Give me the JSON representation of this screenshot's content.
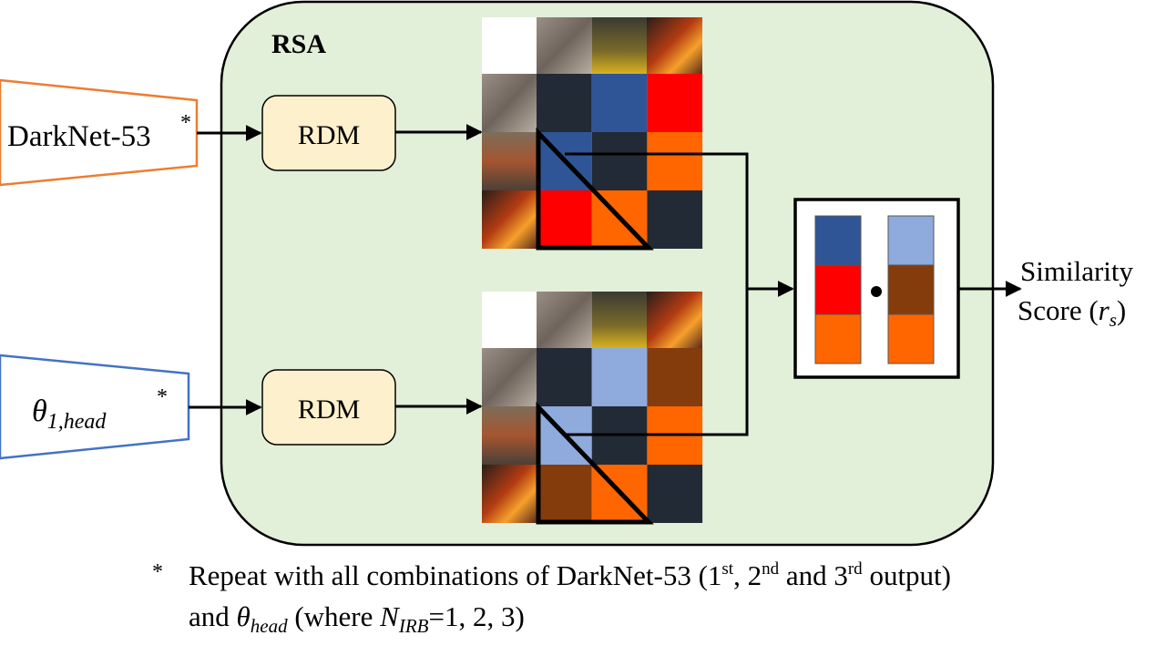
{
  "rsa": {
    "title": "RSA",
    "bg_color": "#e2efd9"
  },
  "inputs": {
    "darknet": {
      "label": "DarkNet-53",
      "marker": "*",
      "border_color": "#ed7d31"
    },
    "theta": {
      "symbol": "θ",
      "subscript": "1,head",
      "marker": "*",
      "border_color": "#4472c4"
    }
  },
  "rdm": {
    "label": "RDM",
    "bg_color": "#fdf0cd"
  },
  "output": {
    "line1": "Similarity",
    "line2": "Score (",
    "r": "r",
    "sub": "s",
    "close": ")"
  },
  "footnote": {
    "star": "*",
    "l1_a": "Repeat with all combinations of DarkNet-53 (1",
    "st": "st",
    "l1_b": ", 2",
    "nd": "nd",
    "l1_c": " and 3",
    "rd": "rd",
    "l1_d": " output)",
    "l2_a": "and ",
    "theta": "θ",
    "head": "head",
    "l2_b": " (where ",
    "N": "N",
    "irb": "IRB",
    "l2_c": "=1, 2, 3)"
  },
  "matrices": {
    "top": [
      [
        "#222a35",
        "#2f5597",
        "#ff0000"
      ],
      [
        "#2f5597",
        "#222a35",
        "#ff6600"
      ],
      [
        "#ff0000",
        "#ff6600",
        "#222a35"
      ]
    ],
    "bottom": [
      [
        "#222a35",
        "#8faadc",
        "#843c0c"
      ],
      [
        "#8faadc",
        "#222a35",
        "#ff6600"
      ],
      [
        "#843c0c",
        "#ff6600",
        "#222a35"
      ]
    ]
  },
  "vectors": {
    "left": [
      "#2f5597",
      "#ff0000",
      "#ff6600"
    ],
    "right": [
      "#8faadc",
      "#843c0c",
      "#ff6600"
    ]
  },
  "colors": {
    "navy": "#222a35",
    "blue": "#2f5597",
    "red": "#ff0000",
    "orange": "#ff6600",
    "light_blue": "#8faadc",
    "brown": "#843c0c"
  }
}
